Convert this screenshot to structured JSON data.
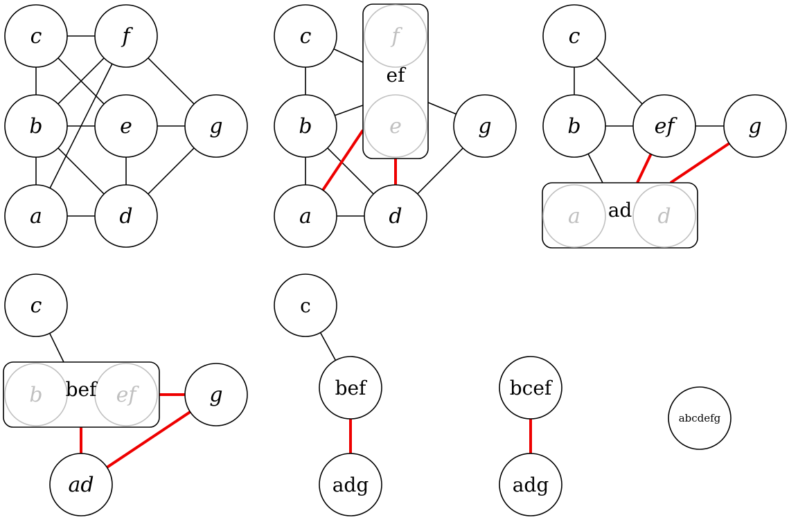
{
  "colors": {
    "node_stroke": "#000000",
    "faded": "#c0c0c0",
    "contracted_edge": "#ee0000",
    "edge": "#000000",
    "background": "#ffffff"
  },
  "panels": [
    {
      "id": "step-1",
      "nodes": [
        {
          "id": "c",
          "label": "c"
        },
        {
          "id": "f",
          "label": "f"
        },
        {
          "id": "b",
          "label": "b"
        },
        {
          "id": "e",
          "label": "e"
        },
        {
          "id": "g",
          "label": "g"
        },
        {
          "id": "a",
          "label": "a"
        },
        {
          "id": "d",
          "label": "d"
        }
      ],
      "edges": [
        [
          "c",
          "f"
        ],
        [
          "c",
          "b"
        ],
        [
          "c",
          "e"
        ],
        [
          "f",
          "b"
        ],
        [
          "f",
          "a"
        ],
        [
          "f",
          "g"
        ],
        [
          "b",
          "e"
        ],
        [
          "b",
          "a"
        ],
        [
          "b",
          "d"
        ],
        [
          "e",
          "g"
        ],
        [
          "e",
          "d"
        ],
        [
          "g",
          "d"
        ],
        [
          "a",
          "d"
        ]
      ]
    },
    {
      "id": "step-2",
      "merge_box": {
        "label": "ef",
        "members": [
          "f",
          "e"
        ]
      },
      "nodes": [
        {
          "id": "c",
          "label": "c"
        },
        {
          "id": "b",
          "label": "b"
        },
        {
          "id": "g",
          "label": "g"
        },
        {
          "id": "a",
          "label": "a"
        },
        {
          "id": "d",
          "label": "d"
        },
        {
          "id": "f",
          "label": "f",
          "faded": true
        },
        {
          "id": "e",
          "label": "e",
          "faded": true
        }
      ],
      "edges": [
        [
          "c",
          "ef"
        ],
        [
          "c",
          "b"
        ],
        [
          "b",
          "ef"
        ],
        [
          "b",
          "a"
        ],
        [
          "b",
          "d"
        ],
        [
          "ef",
          "g"
        ],
        [
          "g",
          "d"
        ],
        [
          "a",
          "d"
        ]
      ],
      "red_edges": [
        [
          "a",
          "ef"
        ],
        [
          "ef",
          "d"
        ]
      ]
    },
    {
      "id": "step-3",
      "merge_box": {
        "label": "ad",
        "members": [
          "a",
          "d"
        ]
      },
      "nodes": [
        {
          "id": "c",
          "label": "c"
        },
        {
          "id": "b",
          "label": "b"
        },
        {
          "id": "ef",
          "label": "ef"
        },
        {
          "id": "g",
          "label": "g"
        },
        {
          "id": "a",
          "label": "a",
          "faded": true
        },
        {
          "id": "d",
          "label": "d",
          "faded": true
        }
      ],
      "edges": [
        [
          "c",
          "b"
        ],
        [
          "c",
          "ef"
        ],
        [
          "b",
          "ef"
        ],
        [
          "ef",
          "g"
        ],
        [
          "b",
          "ad"
        ]
      ],
      "red_edges": [
        [
          "ef",
          "ad"
        ],
        [
          "g",
          "ad"
        ]
      ]
    },
    {
      "id": "step-4",
      "merge_box": {
        "label": "bef",
        "members": [
          "b",
          "ef"
        ]
      },
      "nodes": [
        {
          "id": "c",
          "label": "c"
        },
        {
          "id": "g",
          "label": "g"
        },
        {
          "id": "ad",
          "label": "ad"
        },
        {
          "id": "b",
          "label": "b",
          "faded": true
        },
        {
          "id": "ef",
          "label": "ef",
          "faded": true
        }
      ],
      "edges": [
        [
          "c",
          "bef"
        ]
      ],
      "red_edges": [
        [
          "bef",
          "g"
        ],
        [
          "bef",
          "ad"
        ],
        [
          "g",
          "ad"
        ]
      ]
    },
    {
      "id": "step-5",
      "nodes": [
        {
          "id": "c",
          "label": "c"
        },
        {
          "id": "bef",
          "label": "bef"
        },
        {
          "id": "adg",
          "label": "adg"
        }
      ],
      "edges": [
        [
          "c",
          "bef"
        ]
      ],
      "red_edges": [
        [
          "bef",
          "adg"
        ]
      ]
    },
    {
      "id": "step-6",
      "nodes": [
        {
          "id": "bcef",
          "label": "bcef"
        },
        {
          "id": "adg",
          "label": "adg"
        }
      ],
      "edges": [],
      "red_edges": [
        [
          "bcef",
          "adg"
        ]
      ]
    },
    {
      "id": "step-7",
      "nodes": [
        {
          "id": "abcdefg",
          "label": "abcdefg"
        }
      ],
      "edges": []
    }
  ]
}
